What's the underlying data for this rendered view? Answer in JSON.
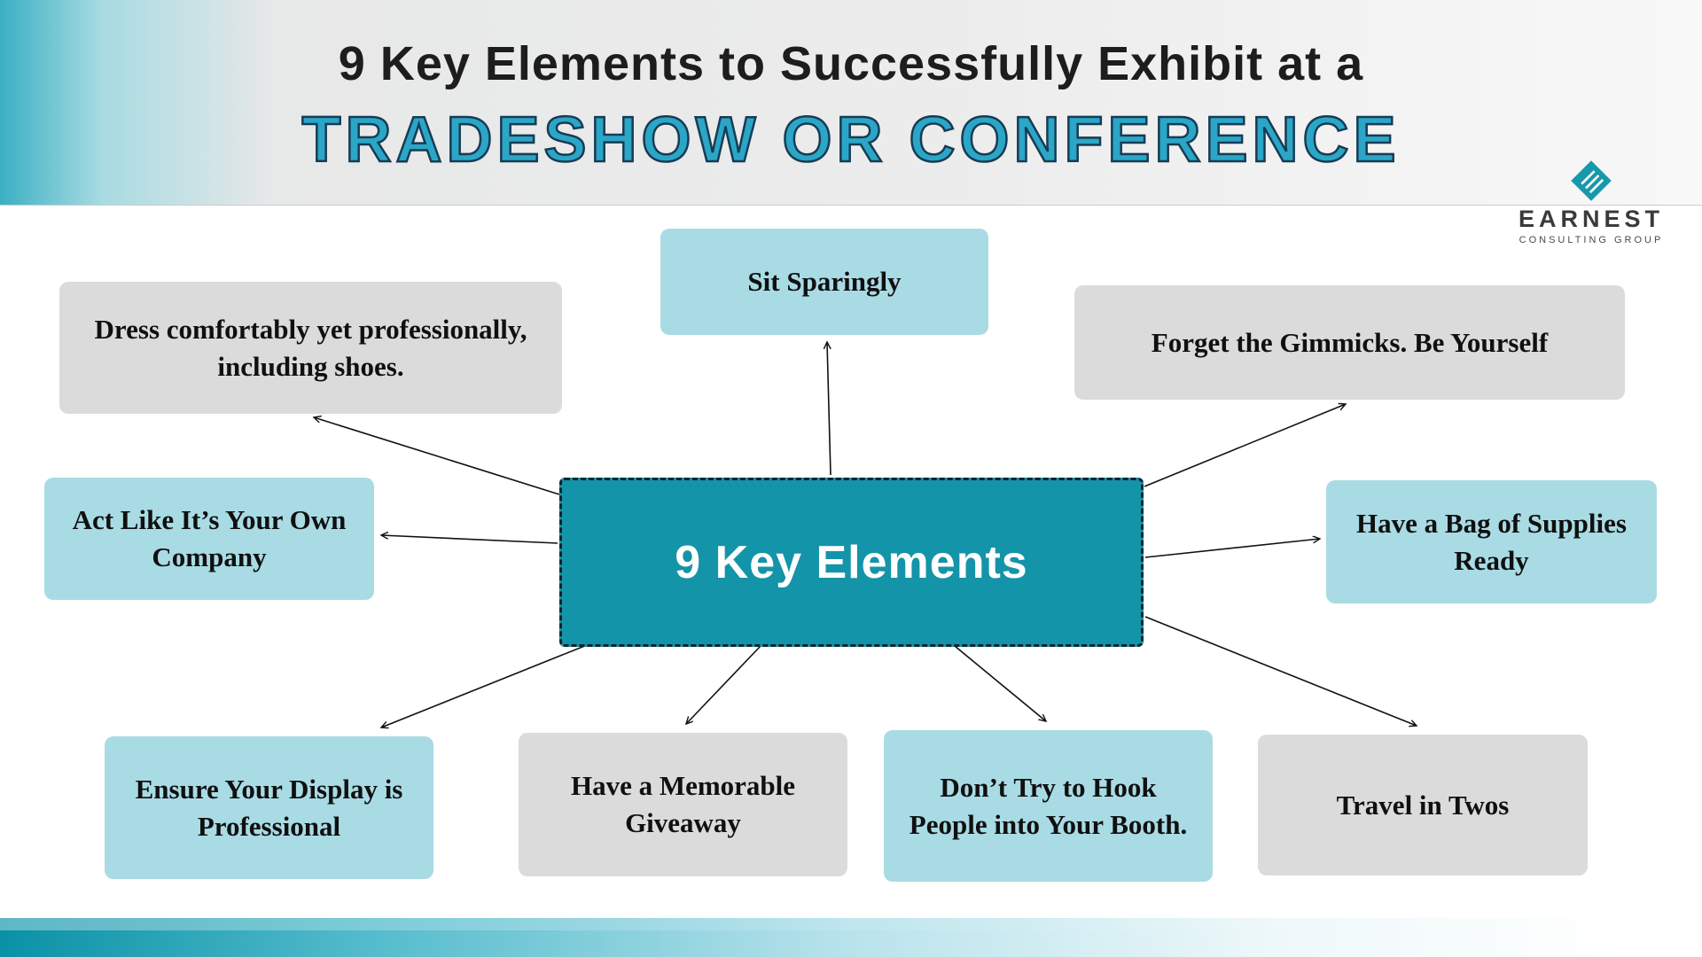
{
  "header": {
    "title_line1": "9 Key Elements to Successfully Exhibit at a",
    "title_line2": "TRADESHOW OR CONFERENCE"
  },
  "logo": {
    "name": "EARNEST",
    "subtitle": "CONSULTING GROUP",
    "icon": "diamond-stripes-icon"
  },
  "center": {
    "label": "9 Key Elements"
  },
  "nodes": [
    {
      "id": "sit",
      "label": "Sit Sparingly",
      "style": "light_blue"
    },
    {
      "id": "dress",
      "label": "Dress comfortably yet professionally, including shoes.",
      "style": "light_gray"
    },
    {
      "id": "forget",
      "label": "Forget the Gimmicks. Be Yourself",
      "style": "light_gray"
    },
    {
      "id": "act",
      "label": "Act Like It’s Your Own Company",
      "style": "light_blue"
    },
    {
      "id": "bag",
      "label": "Have a Bag of Supplies Ready",
      "style": "light_blue"
    },
    {
      "id": "ensure",
      "label": "Ensure Your Display is Professional",
      "style": "light_blue"
    },
    {
      "id": "giveaway",
      "label": "Have a Memorable Giveaway",
      "style": "light_gray"
    },
    {
      "id": "hook",
      "label": "Don’t Try to Hook People into Your Booth.",
      "style": "light_blue"
    },
    {
      "id": "travel",
      "label": "Travel in Twos",
      "style": "light_gray"
    }
  ],
  "colors": {
    "teal": "#1494A8",
    "light_blue": "#A9DBE5",
    "light_gray": "#DBDBDB",
    "header_teal": "#3CB0C3",
    "title_teal": "#2BA6C7",
    "outline_navy": "#173B54",
    "arrow": "#111111"
  }
}
